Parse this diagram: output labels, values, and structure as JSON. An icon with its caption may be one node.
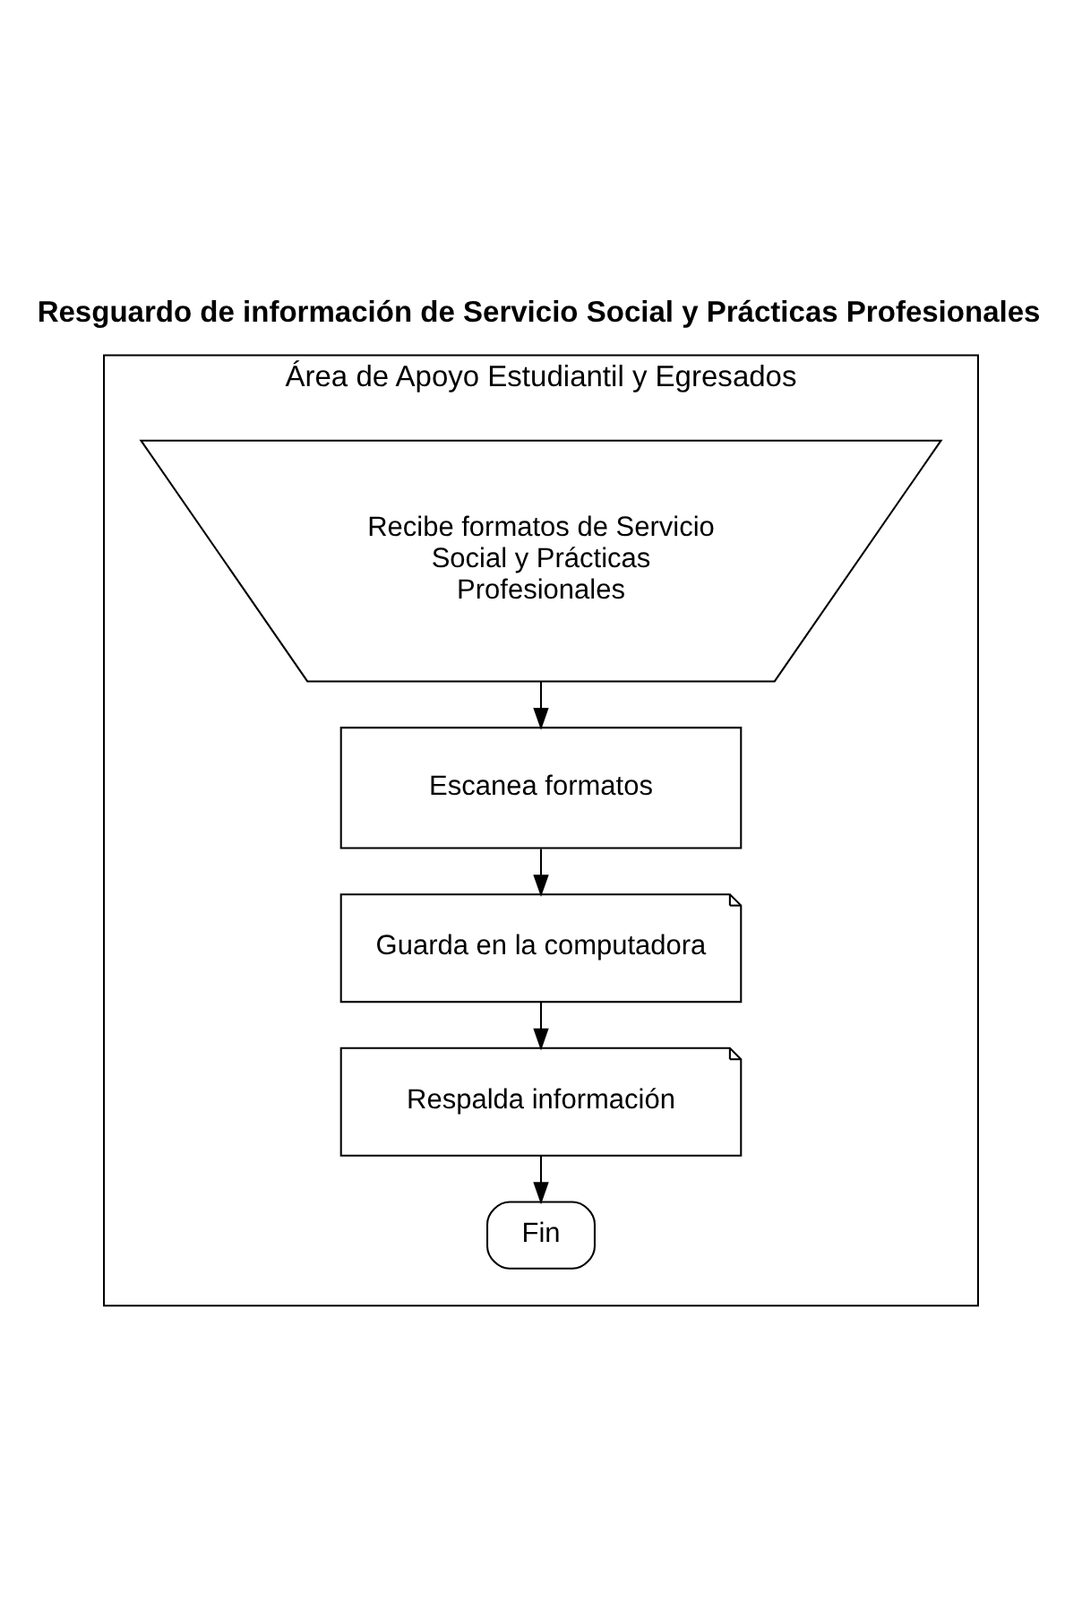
{
  "diagram": {
    "title": "Resguardo de información de Servicio Social y Prácticas Profesionales",
    "nodes": [
      {
        "text": [
          "Área de Apoyo Estudiantil y Egresados"
        ]
      },
      {
        "text": [
          "Recibe formatos de Servicio Social y Prácticas Profesionales"
        ],
        "in": 0
      },
      {
        "text": [
          "Escanea formatos"
        ],
        "in": 0
      },
      {
        "text": [
          "Guarda en la computadora"
        ],
        "in": 0
      },
      {
        "text": [
          "Respalda información"
        ],
        "in": 0
      },
      {
        "text": [
          "Fin"
        ],
        "in": 0
      }
    ],
    "edges": [
      {
        "from": 1,
        "to": 2,
        "arrow": "to"
      },
      {
        "from": 2,
        "to": 3,
        "arrow": "to"
      },
      {
        "from": 3,
        "to": 4,
        "arrow": "to"
      },
      {
        "from": 4,
        "to": 5,
        "arrow": "to"
      }
    ]
  }
}
